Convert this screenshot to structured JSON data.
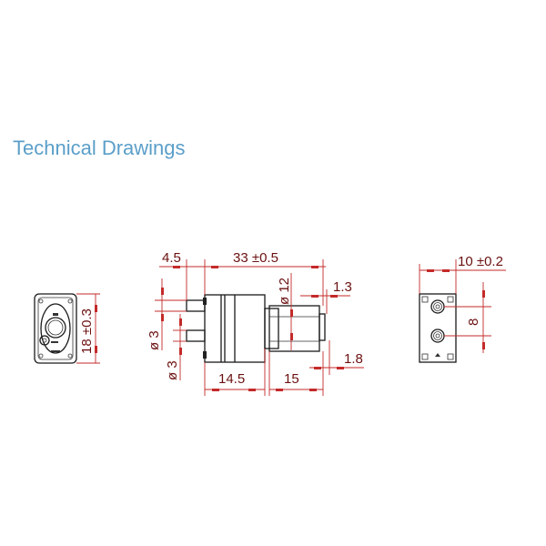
{
  "page": {
    "title": "Technical Drawings",
    "title_color": "#5b9fc9"
  },
  "drawing": {
    "line_color": "#1a1a1a",
    "dimension_color": "#c42a2a",
    "views": {
      "front": {
        "label": "front-view",
        "dimensions": {
          "height": "18 ±0.3"
        }
      },
      "side": {
        "label": "side-view",
        "dimensions": {
          "inlet_offset": "4.5",
          "overall_length": "33 ±0.5",
          "shaft_diameter": "ø 12",
          "end_cap": "1.3",
          "port1_diameter": "ø 3",
          "port2_diameter": "ø 3",
          "pump_head_length": "14.5",
          "motor_length": "15",
          "end_offset": "1.8"
        }
      },
      "rear": {
        "label": "rear-view",
        "dimensions": {
          "width": "10 ±0.2",
          "terminal_spacing": "8"
        }
      }
    }
  }
}
